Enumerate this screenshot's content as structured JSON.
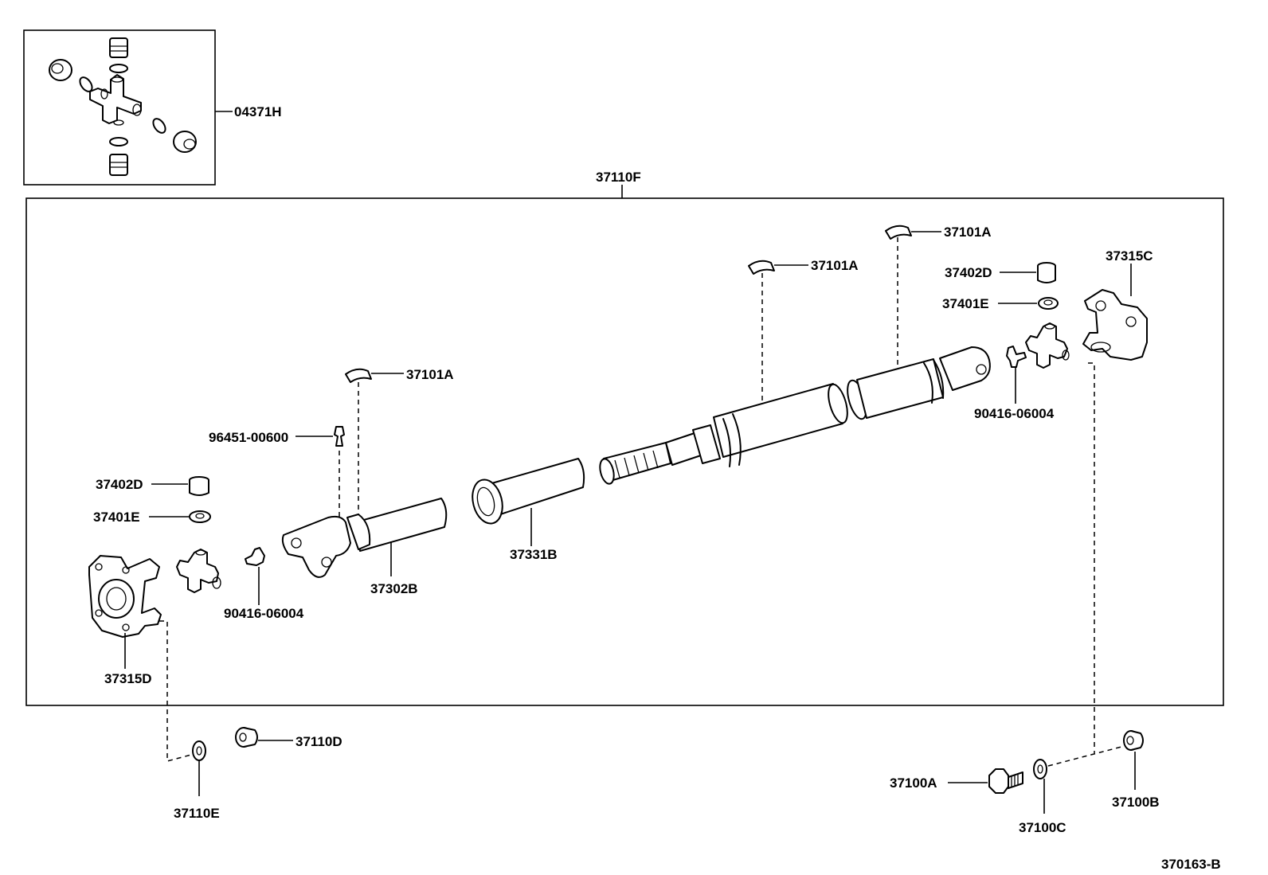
{
  "diagram_code": "370163-B",
  "callouts": {
    "c04371H": "04371H",
    "c37110F": "37110F",
    "c37101A_right": "37101A",
    "c37101A_mid": "37101A",
    "c37101A_left": "37101A",
    "c37402D_right": "37402D",
    "c37401E_right": "37401E",
    "c37315C": "37315C",
    "c90416_right": "90416-06004",
    "c96451": "96451-00600",
    "c37402D_left": "37402D",
    "c37401E_left": "37401E",
    "c37302B": "37302B",
    "c37331B": "37331B",
    "c90416_left": "90416-06004",
    "c37315D": "37315D",
    "c37110D": "37110D",
    "c37110E": "37110E",
    "c37100A": "37100A",
    "c37100C": "37100C",
    "c37100B": "37100B"
  }
}
